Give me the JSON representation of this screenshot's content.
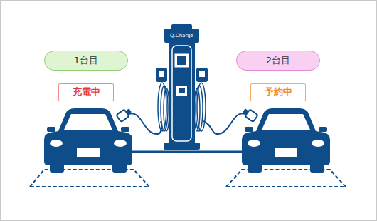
{
  "diagram": {
    "nodes": [
      {
        "text": [
          "1台目"
        ]
      },
      {
        "text": [
          "充電中"
        ]
      },
      {
        "text": [
          "2台目"
        ]
      },
      {
        "text": [
          "予約中"
        ]
      }
    ],
    "labels": [
      "Q.Charge"
    ]
  }
}
